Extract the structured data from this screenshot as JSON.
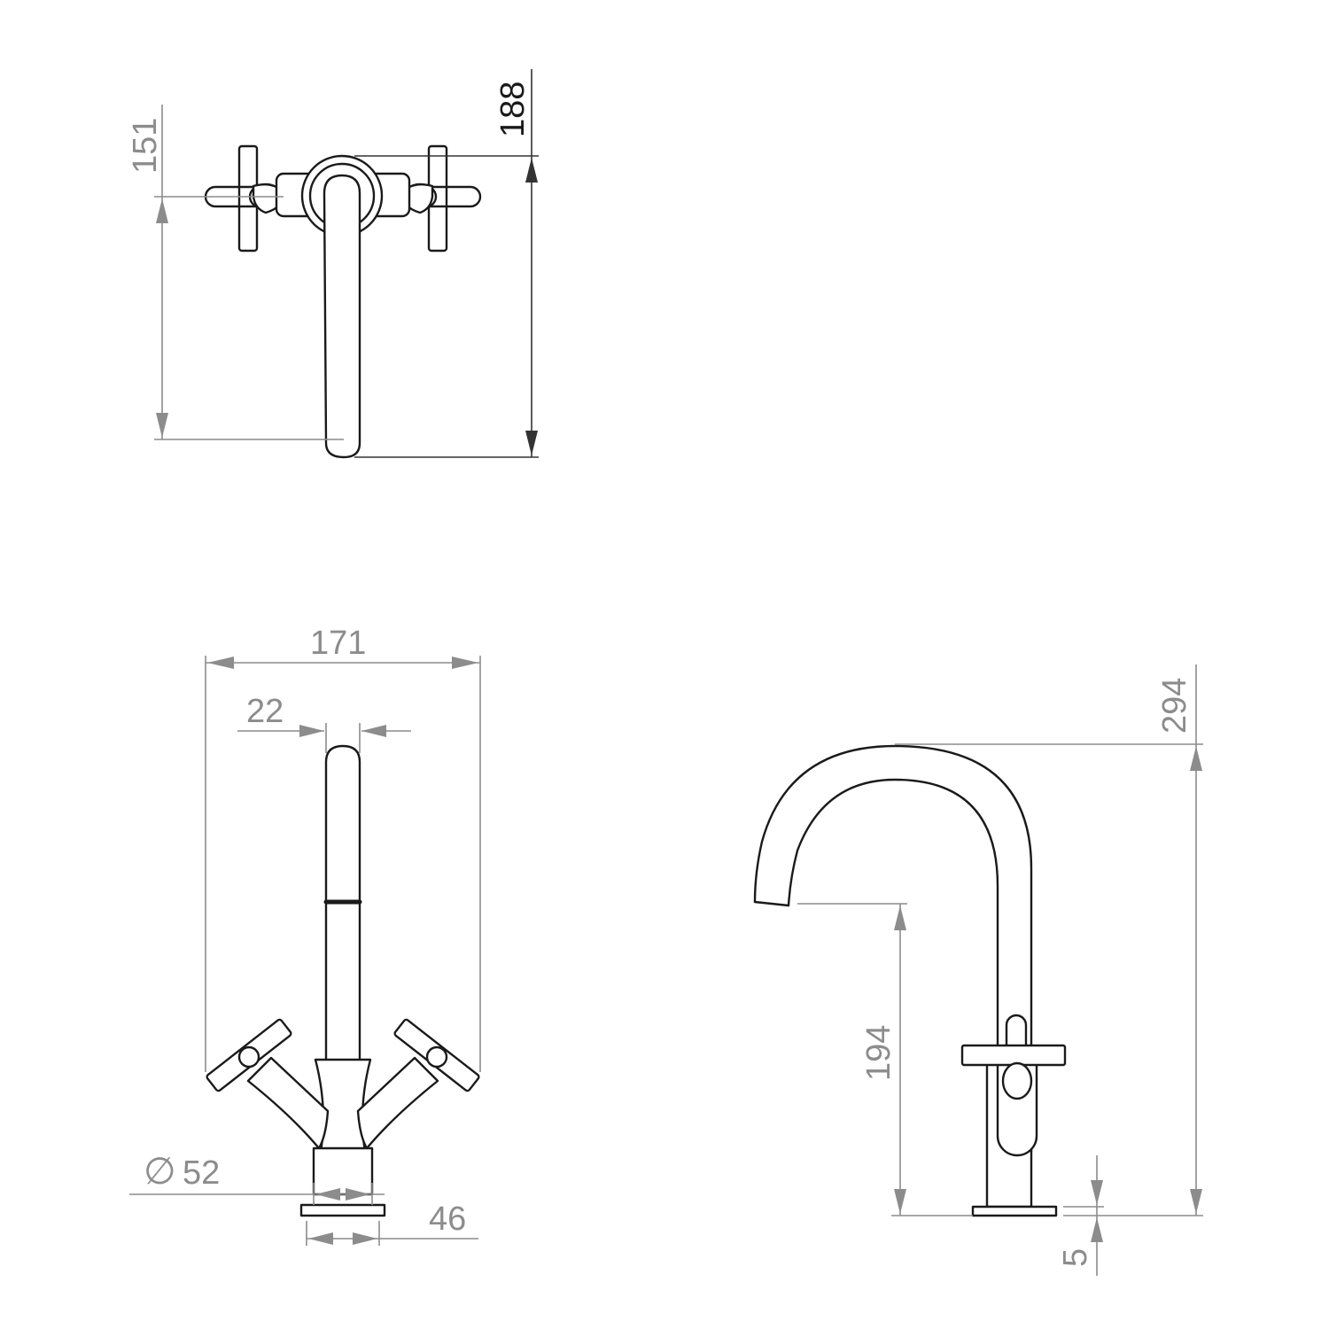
{
  "dimensions": {
    "top_view": {
      "d188": "188",
      "d151": "151"
    },
    "front_view": {
      "d171": "171",
      "d22": "22",
      "diameter_symbol": "∅",
      "d52": "52",
      "d46": "46"
    },
    "side_view": {
      "d294": "294",
      "d194": "194",
      "d5": "5"
    }
  },
  "colors": {
    "outline": "#1a1a1a",
    "dimension": "#8c8c8c"
  }
}
